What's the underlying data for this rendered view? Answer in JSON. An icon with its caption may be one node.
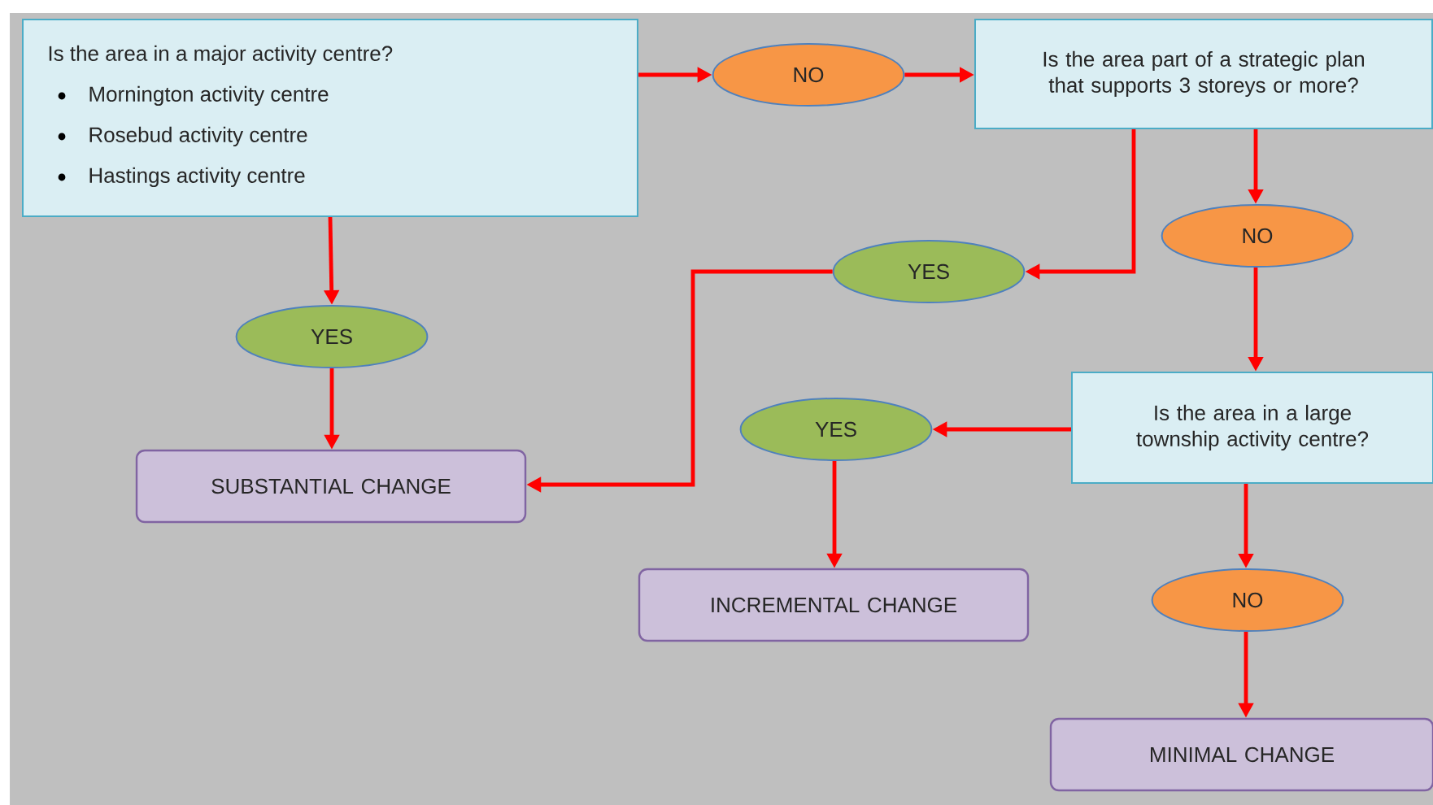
{
  "diagram": {
    "nodes": [
      {
        "text": [
          "Is the area in a major activity centre?",
          "Mornington activity centre",
          "Rosebud activity centre",
          "Hastings activity centre"
        ]
      },
      {
        "text": [
          "NO"
        ]
      },
      {
        "text": [
          "Is the area part of a strategic plan that supports 3 storeys or more?"
        ]
      },
      {
        "text": [
          "YES"
        ]
      },
      {
        "text": [
          "YES"
        ]
      },
      {
        "text": [
          "NO"
        ]
      },
      {
        "text": [
          "Is the area in a large township activity centre?"
        ]
      },
      {
        "text": [
          "YES"
        ]
      },
      {
        "text": [
          "SUBSTANTIAL CHANGE"
        ]
      },
      {
        "text": [
          "NO"
        ]
      },
      {
        "text": [
          "INCREMENTAL CHANGE"
        ]
      },
      {
        "text": [
          "MINIMAL CHANGE"
        ]
      }
    ],
    "edges": [
      {
        "from": 0,
        "to": 1,
        "arrow": "to"
      },
      {
        "from": 1,
        "to": 2,
        "arrow": "to"
      },
      {
        "from": 0,
        "to": 3,
        "arrow": "to"
      },
      {
        "from": 3,
        "to": 8,
        "arrow": "to"
      },
      {
        "from": 2,
        "to": 4,
        "arrow": "to"
      },
      {
        "from": 4,
        "to": 8,
        "arrow": "to"
      },
      {
        "from": 2,
        "to": 5,
        "arrow": "to"
      },
      {
        "from": 5,
        "to": 6,
        "arrow": "to"
      },
      {
        "from": 6,
        "to": 7,
        "arrow": "to"
      },
      {
        "from": 7,
        "to": 10,
        "arrow": "to"
      },
      {
        "from": 6,
        "to": 9,
        "arrow": "to"
      },
      {
        "from": 9,
        "to": 11,
        "arrow": "to"
      }
    ]
  }
}
